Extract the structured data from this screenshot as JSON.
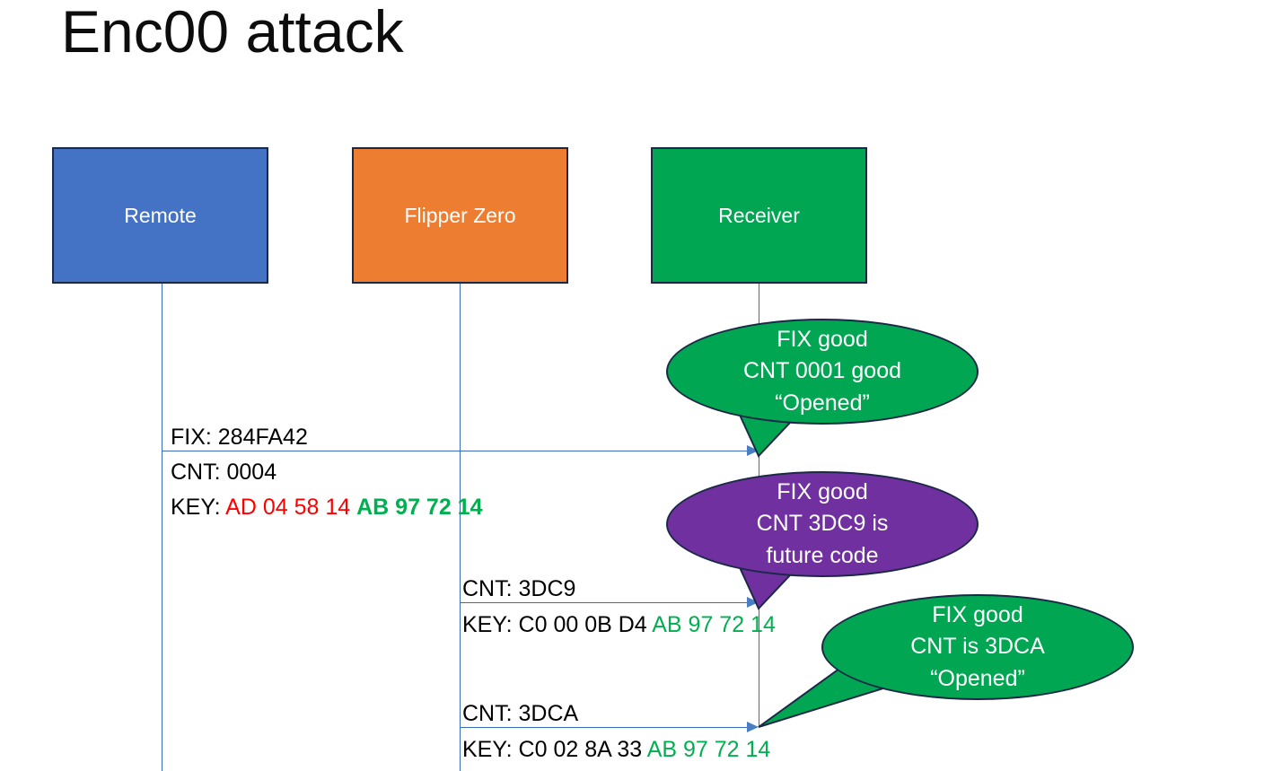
{
  "slide": {
    "title": "Enc00 attack",
    "background": "#ffffff"
  },
  "colors": {
    "remote": "#4472C4",
    "flipper": "#ED7D31",
    "receiver": "#00A651",
    "bubble_good": "#00A651",
    "bubble_future": "#7030A0",
    "line": "#3a6bb5",
    "outline": "#1b2947",
    "key_old": "#FF0000",
    "key_new": "#00B050",
    "text": "#000000"
  },
  "actors": [
    {
      "name": "remote",
      "label": "Remote"
    },
    {
      "name": "flipper",
      "label": "Flipper Zero"
    },
    {
      "name": "receiver",
      "label": "Receiver"
    }
  ],
  "messages": {
    "m1": {
      "fix_label": "FIX: 284FA42",
      "cnt_label": "CNT: 0004",
      "key_prefix": "KEY: ",
      "key_old": "AD 04 58 14",
      "key_sep": " ",
      "key_new": "AB 97 72 14"
    },
    "m2": {
      "cnt_label": "CNT: 3DC9",
      "key_prefix": "KEY: C0 00 0B D4 ",
      "key_new": "AB 97 72 14"
    },
    "m3": {
      "cnt_label": "CNT: 3DCA",
      "key_prefix": "KEY: C0 02 8A 33 ",
      "key_new": "AB 97 72 14"
    }
  },
  "bubbles": [
    {
      "name": "bubble-first-good",
      "color": "#00A651",
      "line1": "FIX good",
      "line2": "CNT 0001 good",
      "line3": "“Opened”"
    },
    {
      "name": "bubble-future-code",
      "color": "#7030A0",
      "line1": "FIX good",
      "line2": "CNT 3DC9 is",
      "line3": "future code"
    },
    {
      "name": "bubble-second-good",
      "color": "#00A651",
      "line1": "FIX good",
      "line2": "CNT is 3DCA",
      "line3": "“Opened”"
    }
  ]
}
